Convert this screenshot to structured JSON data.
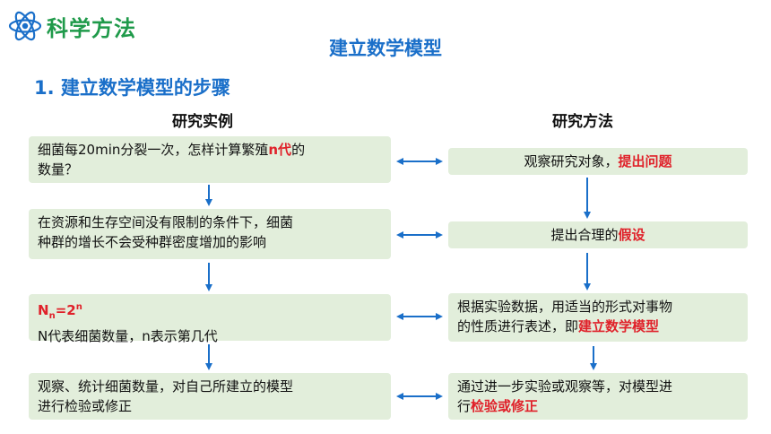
{
  "header": {
    "section_title": "科学方法",
    "slide_title": "建立数学模型",
    "step_heading": "1. 建立数学模型的步骤"
  },
  "columns": {
    "left_title": "研究实例",
    "right_title": "研究方法"
  },
  "left_steps": [
    {
      "line1_pre": "细菌每20min分裂一次，怎样计算繁殖",
      "line1_red": "n代",
      "line1_post": "的",
      "line2": "数量？"
    },
    {
      "line1": "在资源和生存空间没有限制的条件下，细菌",
      "line2": "种群的增长不会受种群密度增加的影响"
    },
    {
      "formula_n": "N",
      "formula_sub": "n",
      "formula_eq": "=2",
      "formula_sup": "n",
      "line2": "N代表细菌数量，n表示第几代"
    },
    {
      "line1": "观察、统计细菌数量，对自己所建立的模型",
      "line2": "进行检验或修正"
    }
  ],
  "right_steps": [
    {
      "pre": "观察研究对象，",
      "red": "提出问题"
    },
    {
      "pre": "提出合理的",
      "red": "假设"
    },
    {
      "line1": "根据实验数据，用适当的形式对事物",
      "line2_pre": "的性质进行表述，即",
      "line2_red": "建立数学模型"
    },
    {
      "line1": "通过进一步实验或观察等，对模型进",
      "line2_pre": "行",
      "line2_red": "检验或修正"
    }
  ],
  "colors": {
    "green": "#1f9a4a",
    "blue": "#1a6fc9",
    "red": "#e0212a",
    "box": "#e2eedb"
  }
}
